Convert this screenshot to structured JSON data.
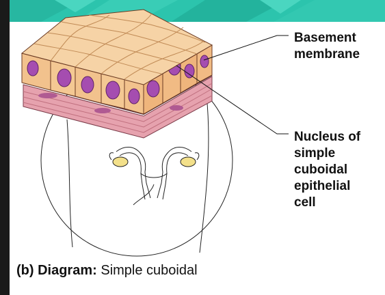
{
  "labels": {
    "basement_line1": "Basement",
    "basement_line2": "membrane",
    "nucleus_line1": "Nucleus of",
    "nucleus_line2": "simple",
    "nucleus_line3": "cuboidal",
    "nucleus_line4": "epithelial",
    "nucleus_line5": "cell"
  },
  "caption": {
    "prefix": "(b) Diagram:",
    "text": "Simple cuboidal"
  },
  "colors": {
    "accent": "#1fbfa9",
    "cell_face": "#f4c58e",
    "cell_top": "#f6d3a6",
    "nucleus": "#a54db0",
    "connective": "#e3a0ad",
    "left_bar": "#1a1a1a"
  }
}
